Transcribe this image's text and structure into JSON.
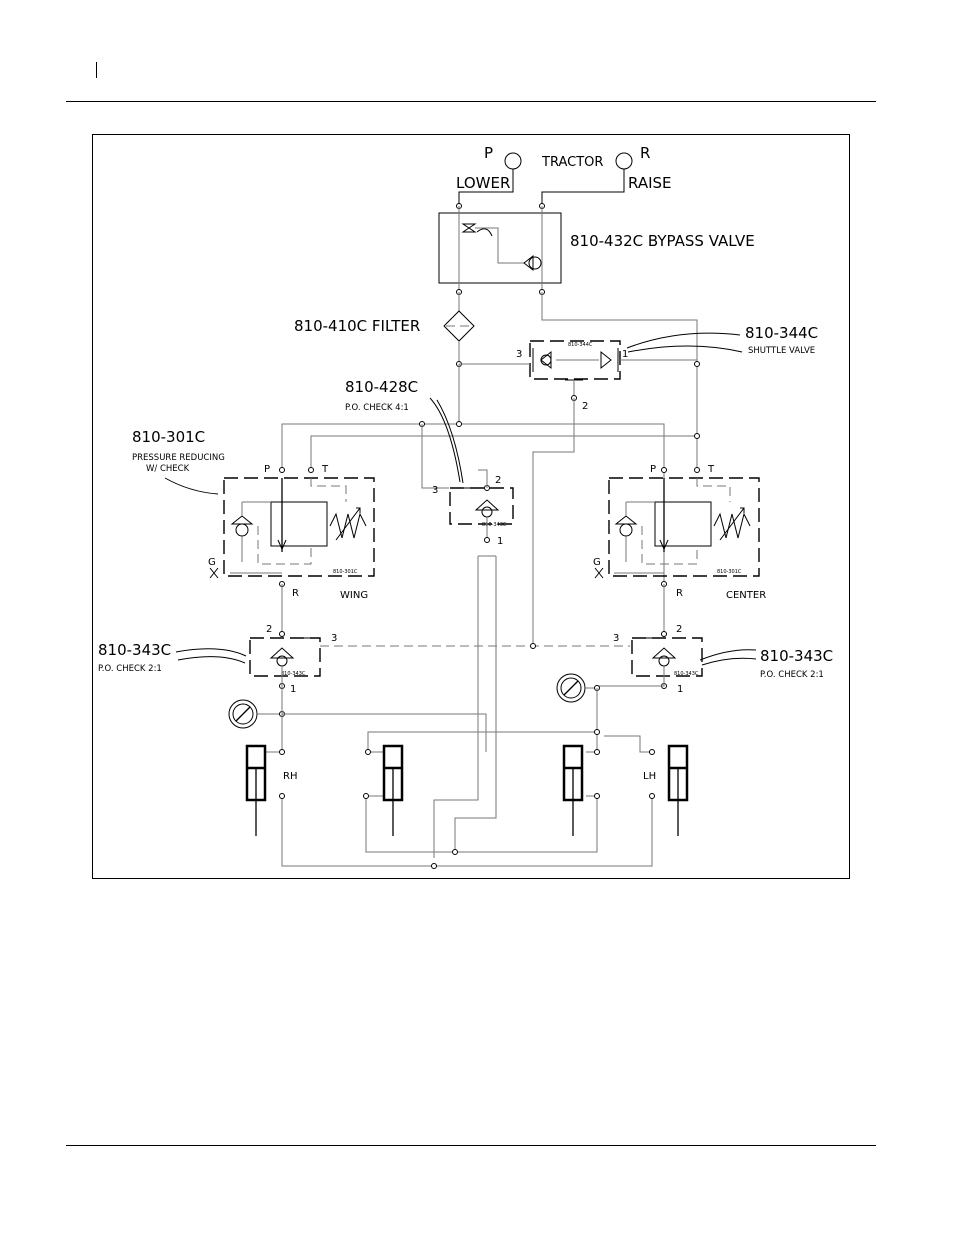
{
  "labels": {
    "p": "P",
    "r": "R",
    "lower": "LOWER",
    "raise": "RAISE",
    "tractor": "TRACTOR",
    "bypass_valve": "810-432C  BYPASS  VALVE",
    "filter": "810-410C  FILTER",
    "shuttle_valve_part": "810-344C",
    "shuttle_valve_name": "SHUTTLE VALVE",
    "shuttle_valve_small": "810-344C",
    "po_check_41_part": "810-428C",
    "po_check_41_name": "P.O.  CHECK   4:1",
    "po_check_41_small": "810-343C",
    "pressure_reducing_part": "810-301C",
    "pressure_reducing_name_1": "PRESSURE REDUCING",
    "pressure_reducing_name_2": "W/ CHECK",
    "prv_small": "810-301C",
    "po_check_21_part": "810-343C",
    "po_check_21_name": "P.O.  CHECK   2:1",
    "po_check_21_small": "810-343C",
    "wing": "WING",
    "center": "CENTER",
    "t": "T",
    "g": "G",
    "port_1": "1",
    "port_2": "2",
    "port_3": "3",
    "rh": "RH",
    "lh": "LH"
  }
}
